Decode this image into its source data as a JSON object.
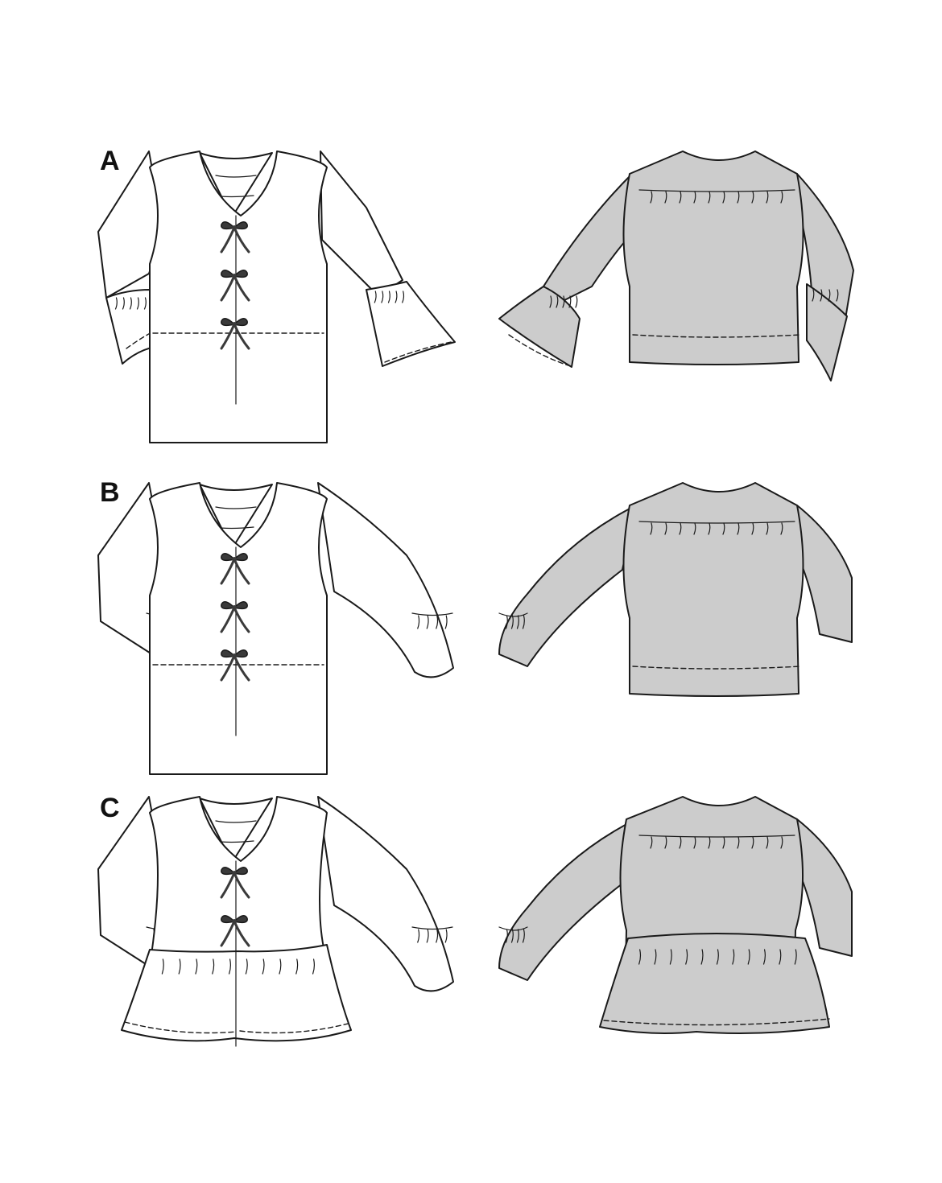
{
  "views": [
    {
      "label": "A",
      "sleeve": "flounce",
      "peplum": false
    },
    {
      "label": "B",
      "sleeve": "gathered-cuff",
      "peplum": false
    },
    {
      "label": "C",
      "sleeve": "gathered-cuff",
      "peplum": true
    }
  ],
  "colors": {
    "front_fill": "#ffffff",
    "back_fill": "#cccccc",
    "stroke": "#1a1a1a",
    "tie": "#3a3a3a"
  },
  "icons": [
    "front-view-illustration",
    "back-view-illustration",
    "bow-tie-icon"
  ]
}
